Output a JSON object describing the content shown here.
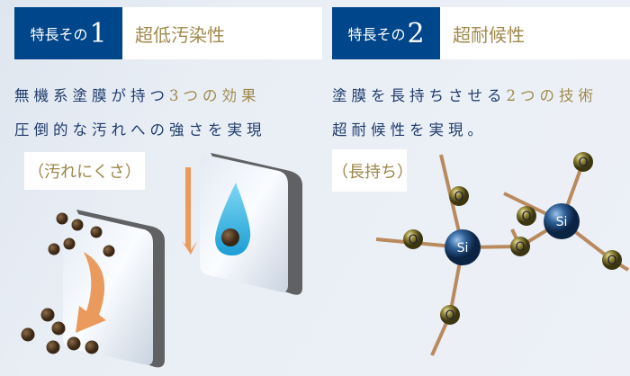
{
  "feature1": {
    "prefix": "特長その",
    "number": "1",
    "title": "超低汚染性",
    "line1_a": "無機系塗膜が持つ",
    "line1_b": "3つの効果",
    "line2": "圧倒的な汚れへの強さを実現",
    "label": "（汚れにくさ）"
  },
  "feature2": {
    "prefix": "特長その",
    "number": "2",
    "title": "超耐候性",
    "line1_a": "塗膜を長持ちさせる",
    "line1_b": "2つの技術",
    "line2": "超耐候性を実現。",
    "label": "（長持ち）",
    "atom_si": "Si",
    "atom_o": "O"
  },
  "colors": {
    "brand_blue": "#00468a",
    "gold": "#a08a4c",
    "navy_text": "#1f3c6c"
  }
}
